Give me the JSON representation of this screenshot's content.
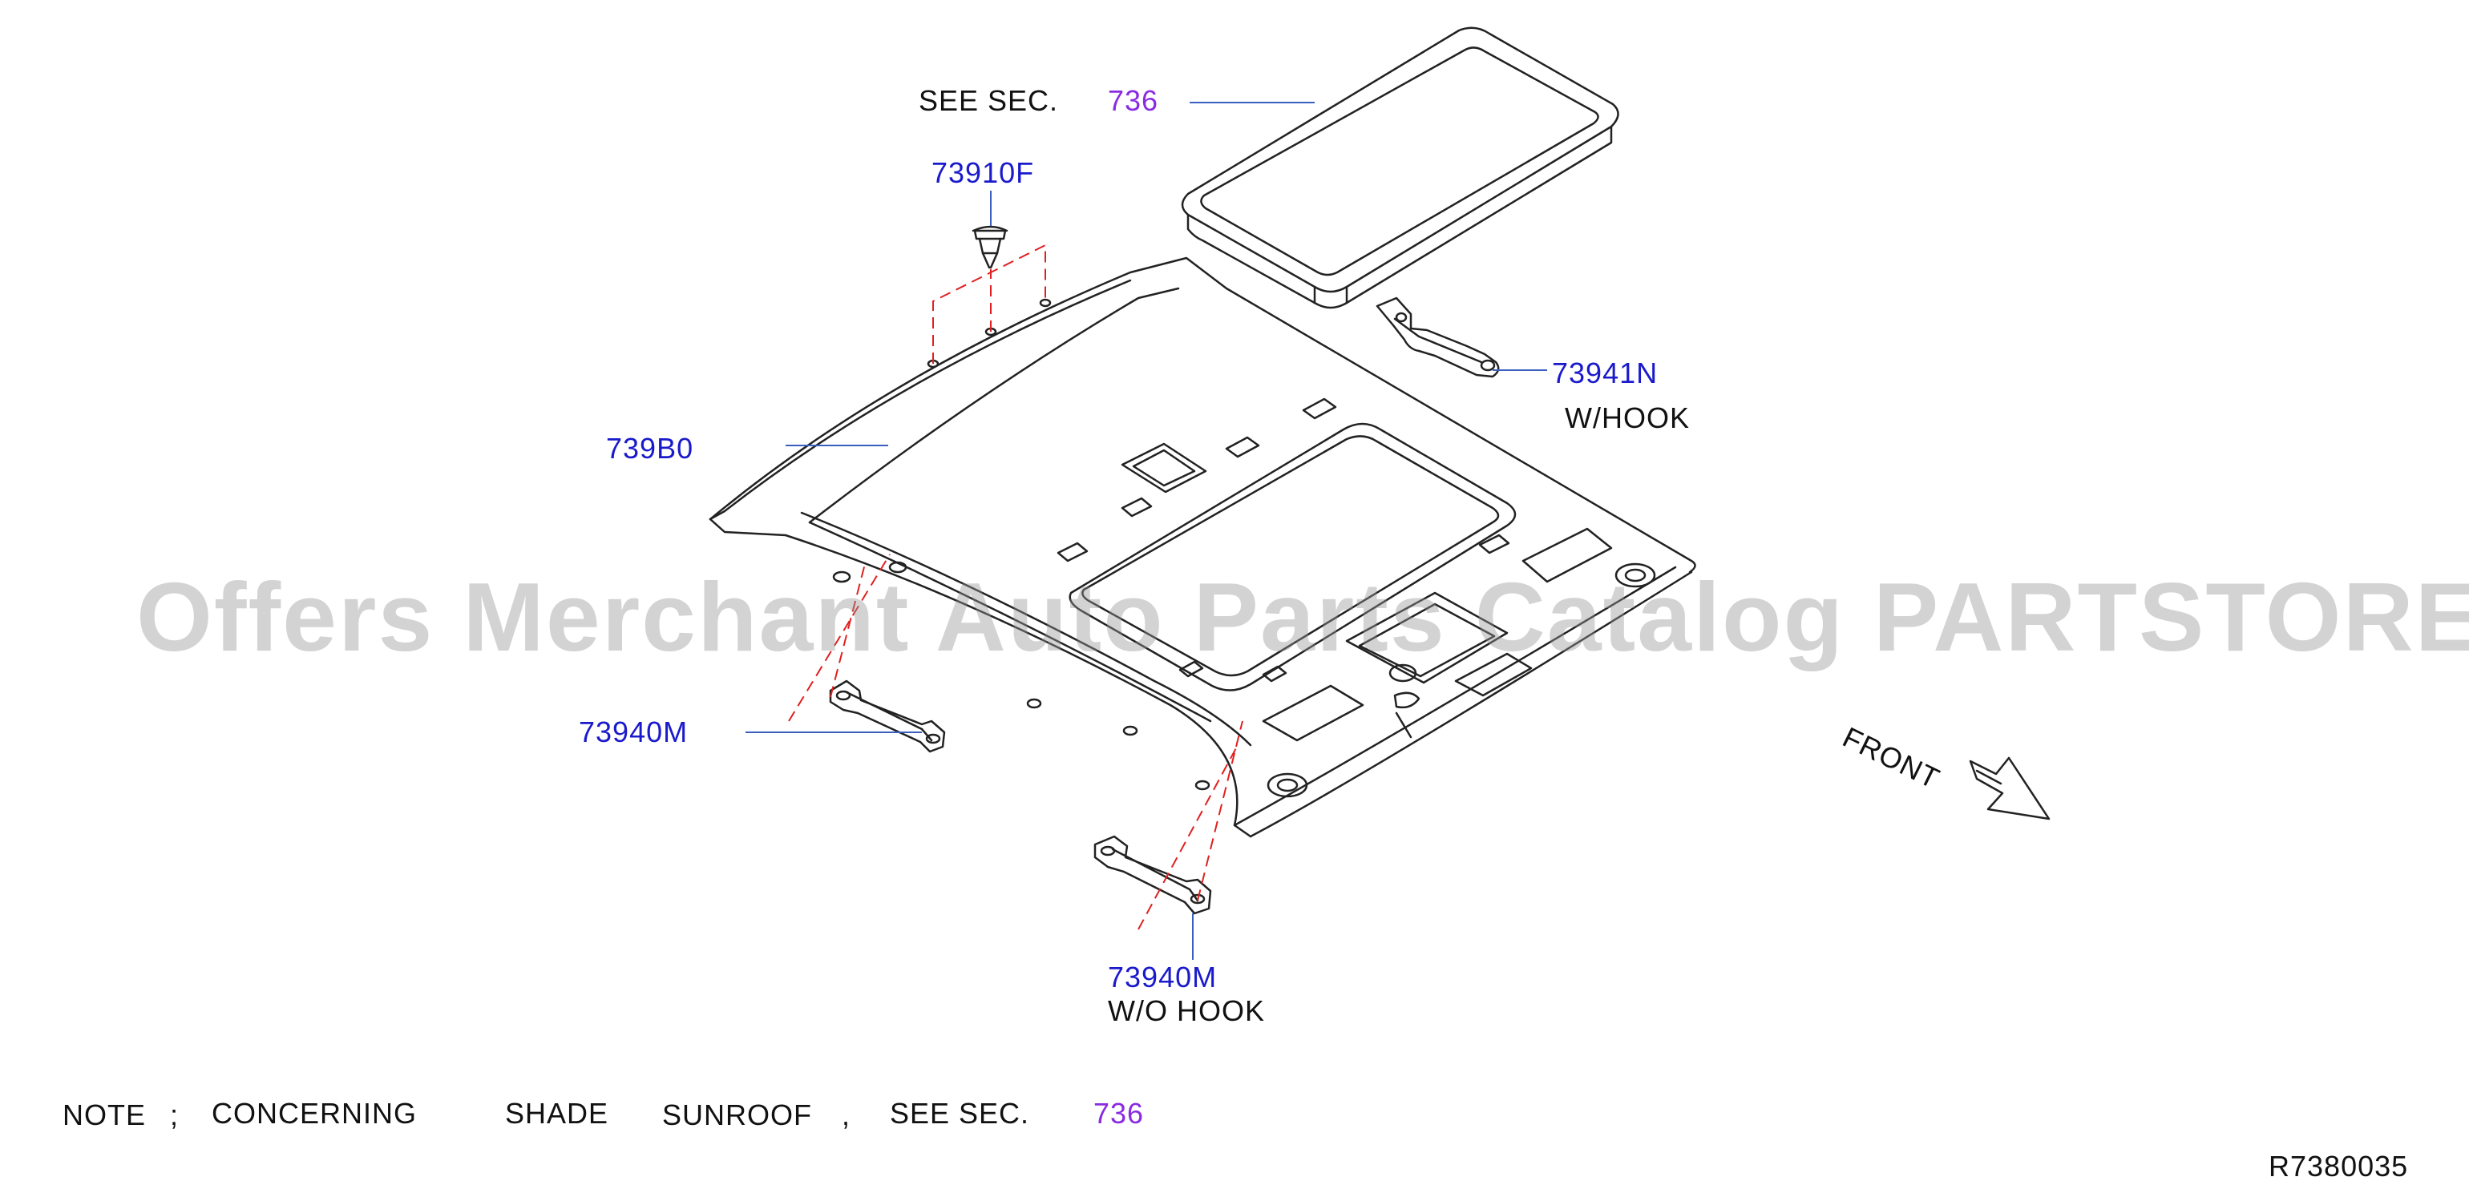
{
  "callouts": {
    "see_sec_prefix": "SEE SEC.",
    "see_sec_number": "736",
    "clip_part": "73910F",
    "headlining_part": "739B0",
    "grip_hook_part": "73941N",
    "grip_hook_note": "W/HOOK",
    "grip_left_part": "73940M",
    "grip_front_part": "73940M",
    "grip_front_note": "W/O HOOK",
    "front_label": "FRONT"
  },
  "note": {
    "prefix": "NOTE",
    "separator": ";",
    "word1": "CONCERNING",
    "word2": "SHADE",
    "word3": "SUNROOF",
    "comma": ",",
    "see_sec_prefix": "SEE SEC.",
    "see_sec_number": "736"
  },
  "diagram_code": "R7380035",
  "watermark": "Offers Merchant Auto Parts Catalog PARTSTORE.SA",
  "colors": {
    "line": "#222222",
    "part_number": "#1a1acc",
    "section_ref": "#8a2be2",
    "leader": "#3a5fbf",
    "dashed_leader": "#e02020"
  }
}
